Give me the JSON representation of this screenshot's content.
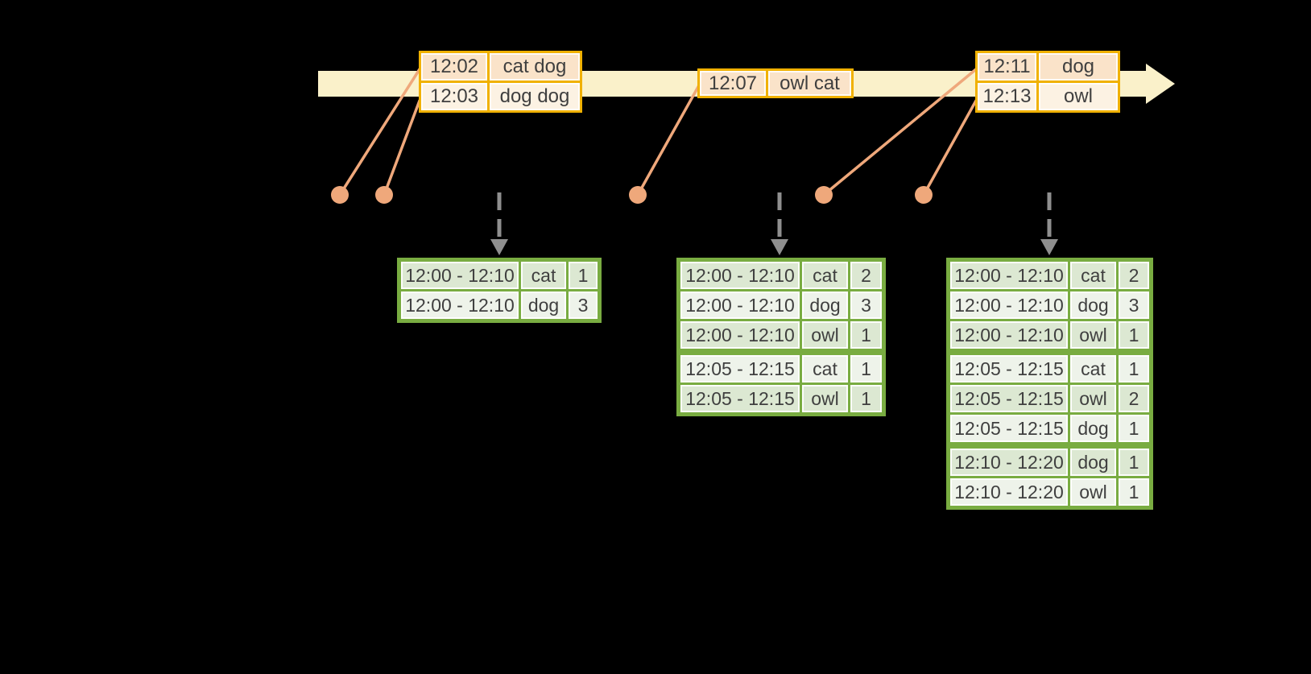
{
  "colors": {
    "background": "#000000",
    "timeline_band": "#FAF1CA",
    "event_table_border": "#F0B100",
    "event_row_dark": "#FAE3C9",
    "event_row_light": "#FCF2E3",
    "dot_and_line": "#EFA87B",
    "dashed_arrow": "#8F8F8F",
    "result_table_border": "#79AC41",
    "result_row_dark": "#DCE8D2",
    "result_row_light": "#EEF3EA",
    "text": "#3F3F3F"
  },
  "icons": [
    "timeline-arrowhead-icon",
    "down-arrow-icon",
    "event-dot-icon"
  ],
  "tables": {
    "ev1": {
      "kind": "event",
      "cell_names": [
        "event-time-cell",
        "event-words-cell"
      ],
      "rows": [
        [
          "12:02",
          "cat dog"
        ],
        [
          "12:03",
          "dog dog"
        ]
      ]
    },
    "ev2": {
      "kind": "event",
      "cell_names": [
        "event-time-cell",
        "event-words-cell"
      ],
      "rows": [
        [
          "12:07",
          "owl cat"
        ]
      ]
    },
    "ev3": {
      "kind": "event",
      "cell_names": [
        "event-time-cell",
        "event-words-cell"
      ],
      "rows": [
        [
          "12:11",
          "dog"
        ],
        [
          "12:13",
          "owl"
        ]
      ]
    },
    "rt1": {
      "kind": "result",
      "cell_names": [
        "window-cell",
        "word-cell",
        "count-cell"
      ],
      "group_starts": [],
      "rows": [
        [
          "12:00 - 12:10",
          "cat",
          "1"
        ],
        [
          "12:00 - 12:10",
          "dog",
          "3"
        ]
      ]
    },
    "rt2": {
      "kind": "result",
      "cell_names": [
        "window-cell",
        "word-cell",
        "count-cell"
      ],
      "group_starts": [
        3
      ],
      "rows": [
        [
          "12:00 - 12:10",
          "cat",
          "2"
        ],
        [
          "12:00 - 12:10",
          "dog",
          "3"
        ],
        [
          "12:00 - 12:10",
          "owl",
          "1"
        ],
        [
          "12:05 - 12:15",
          "cat",
          "1"
        ],
        [
          "12:05 - 12:15",
          "owl",
          "1"
        ]
      ]
    },
    "rt3": {
      "kind": "result",
      "cell_names": [
        "window-cell",
        "word-cell",
        "count-cell"
      ],
      "group_starts": [
        3,
        6
      ],
      "rows": [
        [
          "12:00 - 12:10",
          "cat",
          "2"
        ],
        [
          "12:00 - 12:10",
          "dog",
          "3"
        ],
        [
          "12:00 - 12:10",
          "owl",
          "1"
        ],
        [
          "12:05 - 12:15",
          "cat",
          "1"
        ],
        [
          "12:05 - 12:15",
          "owl",
          "2"
        ],
        [
          "12:05 - 12:15",
          "dog",
          "1"
        ],
        [
          "12:10 - 12:20",
          "dog",
          "1"
        ],
        [
          "12:10 - 12:20",
          "owl",
          "1"
        ]
      ]
    }
  }
}
